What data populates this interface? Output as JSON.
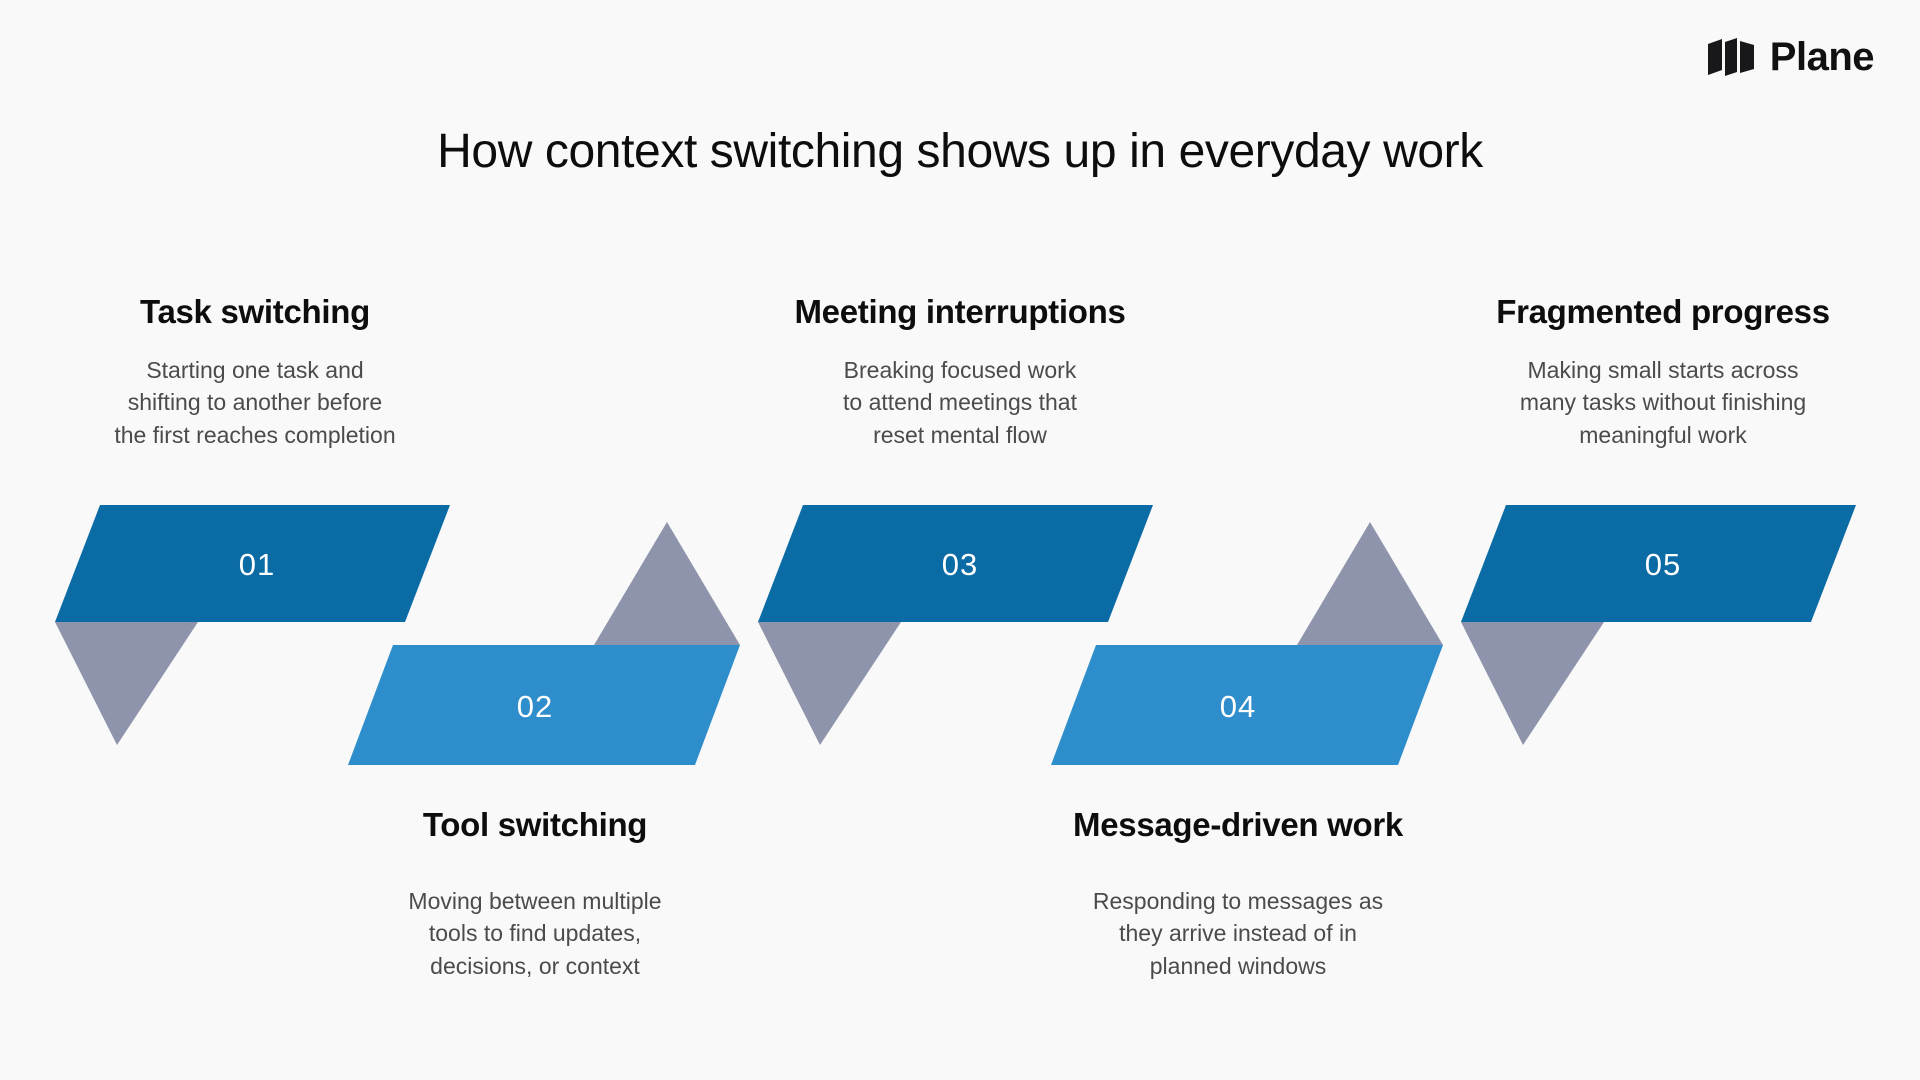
{
  "brand": {
    "name": "Plane",
    "logo_icon": "plane-logo-icon"
  },
  "header": {
    "title": "How context switching shows up in everyday work"
  },
  "theme": {
    "background": "#f9f9f9",
    "dark_blue": "#0b6ba5",
    "light_blue": "#2e8dcb",
    "gray": "#8e94ab",
    "title_color": "#0d0d0d",
    "desc_color": "#4b4b4b",
    "number_color": "#ffffff"
  },
  "steps": [
    {
      "number": "01",
      "title": "Task switching",
      "description": "Starting one task and\nshifting to another before\nthe first reaches completion",
      "position": "above",
      "color_role": "dark_blue"
    },
    {
      "number": "02",
      "title": "Tool switching",
      "description": "Moving between multiple\ntools to find updates,\ndecisions, or context",
      "position": "below",
      "color_role": "light_blue"
    },
    {
      "number": "03",
      "title": "Meeting interruptions",
      "description": "Breaking focused work\nto attend meetings that\nreset mental flow",
      "position": "above",
      "color_role": "dark_blue"
    },
    {
      "number": "04",
      "title": "Message-driven work",
      "description": "Responding to messages as\nthey arrive instead of in\nplanned windows",
      "position": "below",
      "color_role": "light_blue"
    },
    {
      "number": "05",
      "title": "Fragmented progress",
      "description": "Making small starts across\nmany tasks without finishing\nmeaningful work",
      "position": "above",
      "color_role": "dark_blue"
    }
  ]
}
